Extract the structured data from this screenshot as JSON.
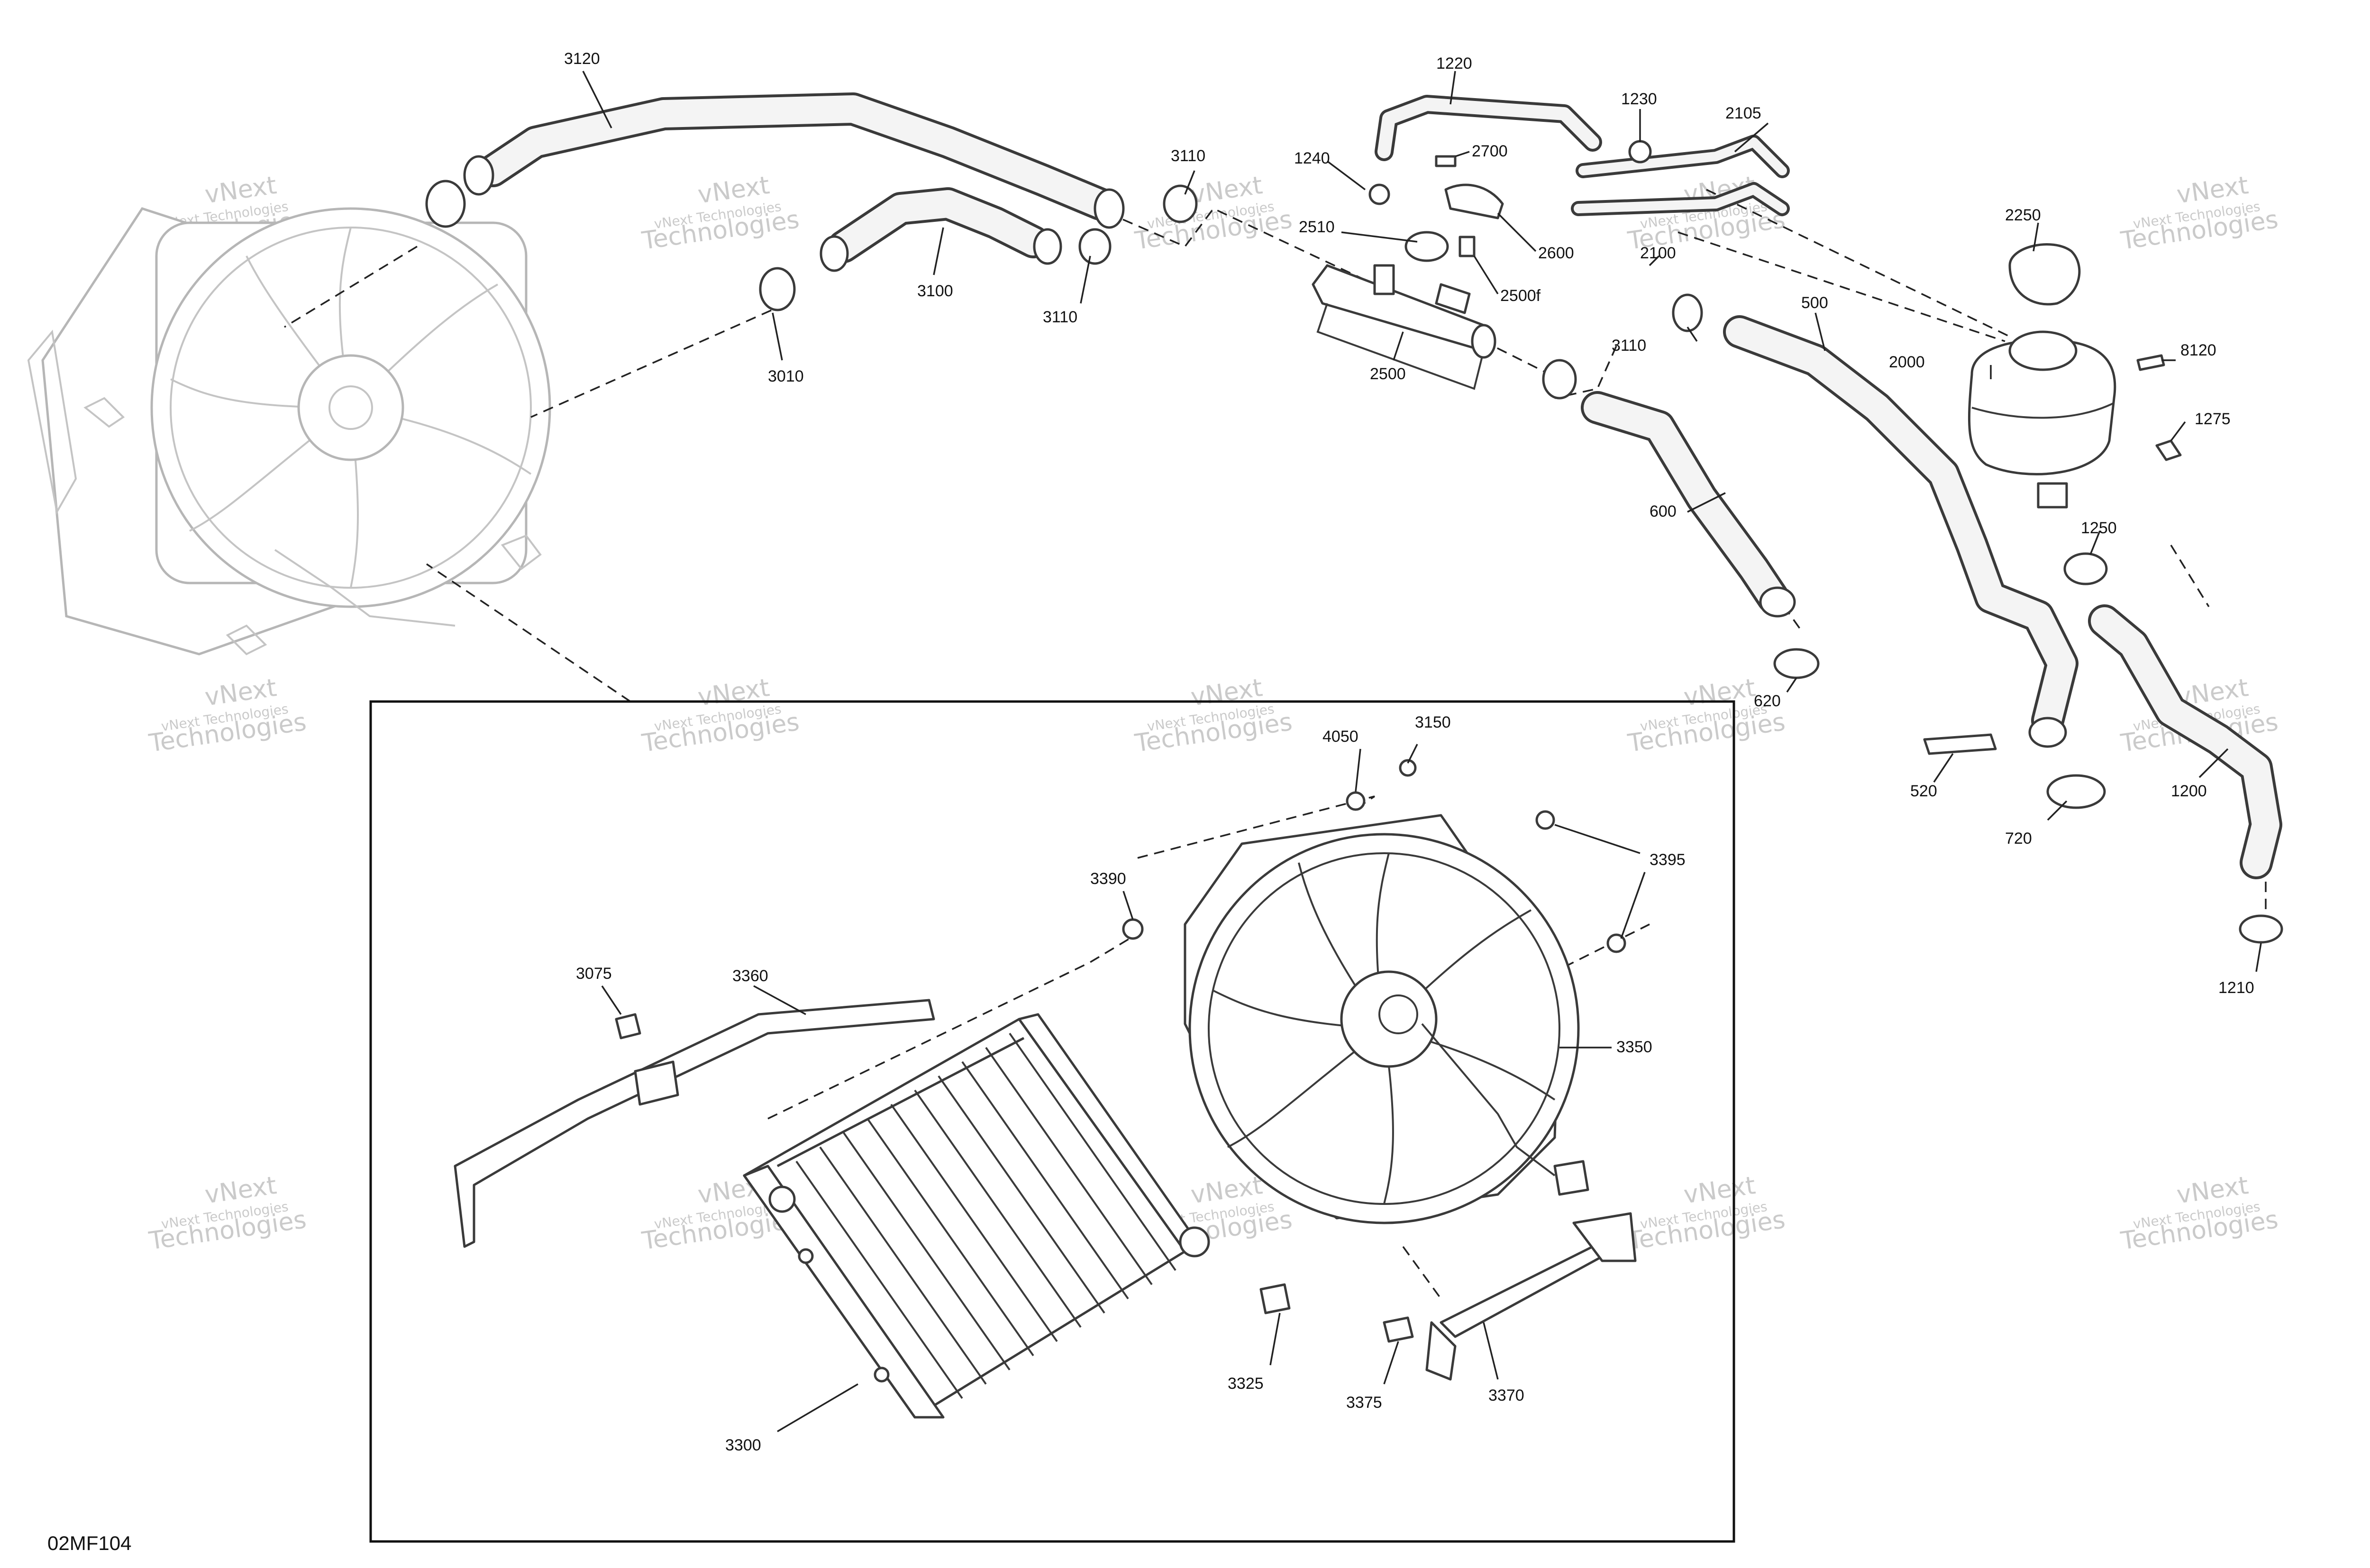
{
  "diagram": {
    "reference": "02MF104",
    "watermark": [
      "vNext Technologies",
      "vNext",
      "Technologies"
    ],
    "callouts": {
      "c3120": "3120",
      "c3010": "3010",
      "c3100": "3100",
      "c3110a": "3110",
      "c3110b": "3110",
      "c3110c": "3110",
      "c1220": "1220",
      "c1240": "1240",
      "c2700": "2700",
      "c2510": "2510",
      "c2600": "2600",
      "c2500f": "2500f",
      "c2500": "2500",
      "c1230": "1230",
      "c2105": "2105",
      "c2100": "2100",
      "c500": "500",
      "c600": "600",
      "c620": "620",
      "c2250": "2250",
      "c2000": "2000",
      "c8120": "8120",
      "c1275": "1275",
      "c1250": "1250",
      "c520": "520",
      "c720": "720",
      "c1200": "1200",
      "c1210": "1210",
      "c4050": "4050",
      "c3150": "3150",
      "c3395": "3395",
      "c3390": "3390",
      "c3075": "3075",
      "c3360": "3360",
      "c3350": "3350",
      "c3325": "3325",
      "c3375": "3375",
      "c3370": "3370",
      "c3300": "3300"
    }
  }
}
